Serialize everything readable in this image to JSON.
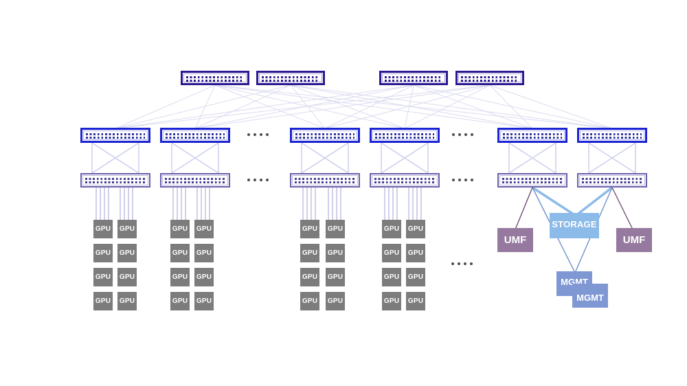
{
  "diagram": {
    "type": "gpu-cluster-network-topology",
    "spine_switch_count": 4,
    "leaf_switch_count": 6,
    "tor_switch_count": 6,
    "gpu_group_count": 4,
    "gpus_per_group": 8,
    "umf_count": 2,
    "mgmt_count": 2,
    "storage_count": 1
  },
  "labels": {
    "gpu": "GPU",
    "storage": "STORAGE",
    "umf": "UMF",
    "mgmt": "MGMT"
  },
  "icons": {
    "ellipsis_dots": "four-dots",
    "switch_ports": "dotted-port-rows"
  },
  "colors": {
    "spine_border": "#2B1A90",
    "leaf_border": "#1B23D2",
    "tor_border": "#6A5FAD",
    "mesh_line": "#DBDBF0",
    "pod_line": "#C9CCEA",
    "gpu_line": "#C5C5E6",
    "gpu_fill": "#7C7C7C",
    "storage_fill": "#8CBAE9",
    "umf_fill": "#96799F",
    "mgmt_fill": "#7F97D3",
    "mgmt_line": "#6E92CC",
    "umf_line": "#6F4E74",
    "dots_color": "#4C4C55"
  }
}
